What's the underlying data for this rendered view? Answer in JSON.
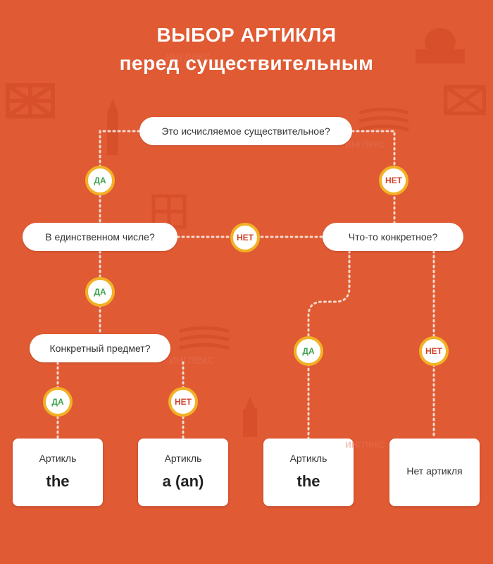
{
  "title": {
    "line1": "ВЫБОР АРТИКЛЯ",
    "line2": "перед существительным"
  },
  "watermark": "инглекс",
  "nodes": {
    "countable": "Это исчисляемое существительное?",
    "singular": "В единственном числе?",
    "specific_thing": "Что-то конкретное?",
    "specific_object": "Конкретный предмет?"
  },
  "answers": {
    "yes": "ДА",
    "no": "НЕТ"
  },
  "results": [
    {
      "label": "Артикль",
      "article": "the"
    },
    {
      "label": "Артикль",
      "article": "a (an)"
    },
    {
      "label": "Артикль",
      "article": "the"
    },
    {
      "label": "Нет артикля"
    }
  ],
  "colors": {
    "background": "#e05a33",
    "badge_ring": "#f2b125",
    "yes_text": "#3fa34d",
    "no_text": "#d0432a",
    "connector": "#f5d9cf"
  },
  "background_icons": [
    "uk-flag-icon",
    "big-ben-icon",
    "statue-of-liberty-icon",
    "us-flag-icon",
    "capitol-icon",
    "phone-booth-icon"
  ]
}
